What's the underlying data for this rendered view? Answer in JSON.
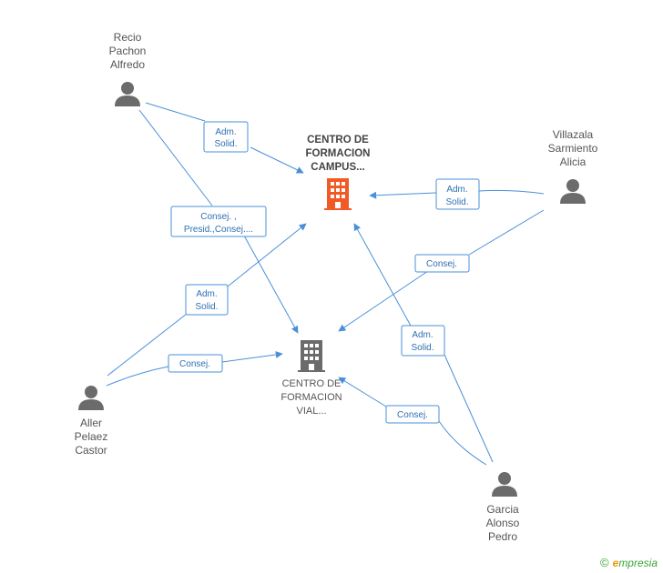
{
  "nodes": {
    "campus": {
      "type": "company",
      "highlight": true,
      "lines": [
        "CENTRO DE",
        "FORMACION",
        "CAMPUS..."
      ]
    },
    "vial": {
      "type": "company",
      "highlight": false,
      "lines": [
        "CENTRO DE",
        "FORMACION",
        "VIAL..."
      ]
    },
    "recio": {
      "type": "person",
      "lines": [
        "Recio",
        "Pachon",
        "Alfredo"
      ]
    },
    "villazala": {
      "type": "person",
      "lines": [
        "Villazala",
        "Sarmiento",
        "Alicia"
      ]
    },
    "aller": {
      "type": "person",
      "lines": [
        "Aller",
        "Pelaez",
        "Castor"
      ]
    },
    "garcia": {
      "type": "person",
      "lines": [
        "Garcia",
        "Alonso",
        "Pedro"
      ]
    }
  },
  "edges": [
    {
      "id": "recio-campus",
      "lines": [
        "Adm.",
        "Solid."
      ]
    },
    {
      "id": "recio-vial",
      "lines": [
        "Consej. ,",
        "Presid.,Consej...."
      ]
    },
    {
      "id": "villazala-campus",
      "lines": [
        "Adm.",
        "Solid."
      ]
    },
    {
      "id": "villazala-vial",
      "lines": [
        "Consej."
      ]
    },
    {
      "id": "aller-campus",
      "lines": [
        "Adm.",
        "Solid."
      ]
    },
    {
      "id": "aller-vial",
      "lines": [
        "Consej."
      ]
    },
    {
      "id": "garcia-campus",
      "lines": [
        "Adm.",
        "Solid."
      ]
    },
    {
      "id": "garcia-vial",
      "lines": [
        "Consej."
      ]
    }
  ],
  "colors": {
    "edge": "#4a90d9",
    "company_highlight": "#f15a24",
    "company_normal": "#6b6b6b",
    "person": "#6b6b6b"
  },
  "footer": {
    "copyright": "©",
    "brand_initial": "e",
    "brand_rest": "mpresia"
  }
}
